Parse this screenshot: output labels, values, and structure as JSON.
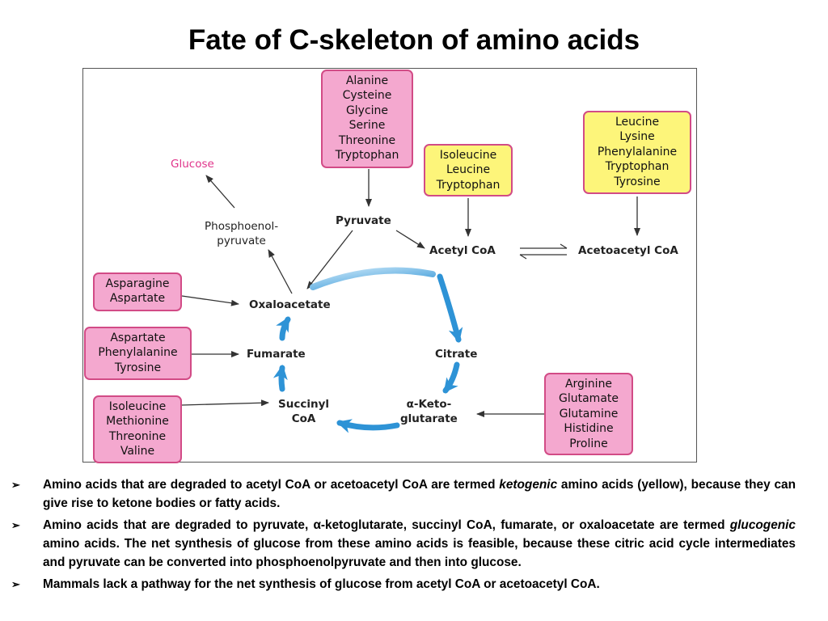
{
  "title": "Fate of C-skeleton of amino acids",
  "colors": {
    "pink_box_fill": "#f4a8cf",
    "yellow_box_fill": "#fdf57a",
    "box_border": "#d24b86",
    "glucose_text": "#e0338a",
    "cycle_arrow": "#3aa6e3"
  },
  "diagram": {
    "boxes": [
      {
        "id": "pyruvate-sources",
        "color": "pink",
        "items": [
          "Alanine",
          "Cysteine",
          "Glycine",
          "Serine",
          "Threonine",
          "Tryptophan"
        ]
      },
      {
        "id": "acetyl-coa-sources",
        "color": "yellow",
        "items": [
          "Isoleucine",
          "Leucine",
          "Tryptophan"
        ]
      },
      {
        "id": "acetoacetyl-coa-sources",
        "color": "yellow",
        "items": [
          "Leucine",
          "Lysine",
          "Phenylalanine",
          "Tryptophan",
          "Tyrosine"
        ]
      },
      {
        "id": "oxaloacetate-sources",
        "color": "pink",
        "items": [
          "Asparagine",
          "Aspartate"
        ]
      },
      {
        "id": "fumarate-sources",
        "color": "pink",
        "items": [
          "Aspartate",
          "Phenylalanine",
          "Tyrosine"
        ]
      },
      {
        "id": "succinyl-coa-sources",
        "color": "pink",
        "items": [
          "Isoleucine",
          "Methionine",
          "Threonine",
          "Valine"
        ]
      },
      {
        "id": "ketoglutarate-sources",
        "color": "pink",
        "items": [
          "Arginine",
          "Glutamate",
          "Glutamine",
          "Histidine",
          "Proline"
        ]
      }
    ],
    "nodes": {
      "glucose": "Glucose",
      "pep_line1": "Phosphoenol-",
      "pep_line2": "pyruvate",
      "pyruvate": "Pyruvate",
      "acetyl_coa": "Acetyl CoA",
      "acetoacetyl_coa": "Acetoacetyl CoA",
      "oxaloacetate": "Oxaloacetate",
      "citrate": "Citrate",
      "fumarate": "Fumarate",
      "succinyl_line1": "Succinyl",
      "succinyl_line2": "CoA",
      "keto_line1": "α-Keto-",
      "keto_line2": "glutarate"
    }
  },
  "bullets": [
    {
      "mark": "➢",
      "parts": [
        {
          "text": "Amino acids that are degraded to acetyl CoA or acetoacetyl CoA are termed ",
          "italic": false
        },
        {
          "text": "ketogenic",
          "italic": true
        },
        {
          "text": " amino acids (yellow), because they can give rise to ketone bodies or fatty acids.",
          "italic": false
        }
      ]
    },
    {
      "mark": "➢",
      "parts": [
        {
          "text": "Amino acids that are degraded to pyruvate, α-ketoglutarate, succinyl CoA, fumarate, or oxaloacetate are termed ",
          "italic": false
        },
        {
          "text": "glucogenic",
          "italic": true
        },
        {
          "text": " amino acids. The net synthesis of glucose from these amino acids is feasible, because these citric acid cycle intermediates and pyruvate can be converted into phosphoenolpyruvate and then into glucose.",
          "italic": false
        }
      ]
    },
    {
      "mark": "➢",
      "parts": [
        {
          "text": "Mammals lack a pathway for the net synthesis of glucose from acetyl CoA or acetoacetyl CoA.",
          "italic": false
        }
      ]
    }
  ]
}
